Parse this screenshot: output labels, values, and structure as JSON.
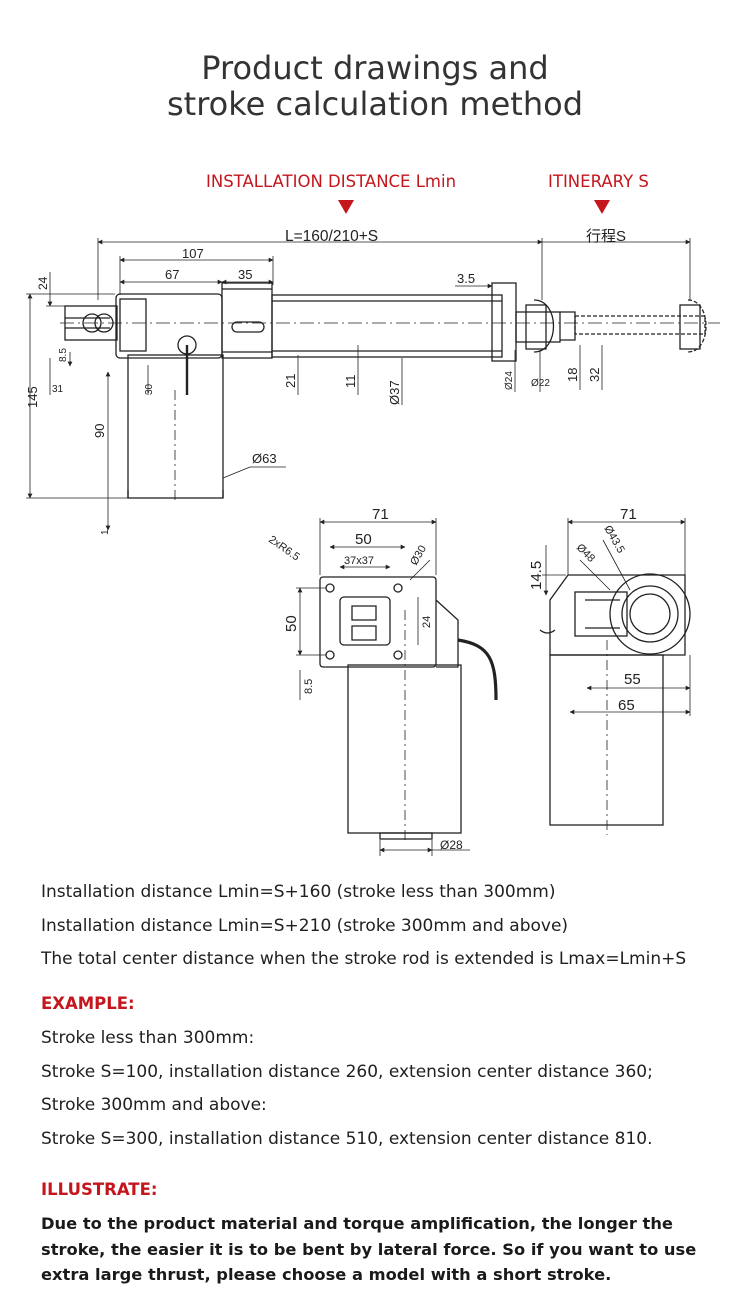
{
  "title": {
    "line1": "Product drawings and",
    "line2": "stroke calculation method"
  },
  "labels": {
    "installation": "INSTALLATION DISTANCE Lmin",
    "itinerary": "ITINERARY S"
  },
  "colors": {
    "accent_red": "#c4161c",
    "line": "#222222"
  },
  "dims": {
    "L": "L=160/210+S",
    "stroke_cn": "行程S",
    "d107": "107",
    "d67": "67",
    "d35": "35",
    "d3_5": "3.5",
    "d24": "24",
    "d8_5": "8.5",
    "d31": "31",
    "d145": "145",
    "d30": "30",
    "d90": "90",
    "d1": "1",
    "d21": "21",
    "d11": "11",
    "dphi37": "Ø37",
    "dphi24": "Ø24",
    "dphi22": "Ø22",
    "d18": "18",
    "d32": "32",
    "dphi63": "Ø63",
    "f71": "71",
    "f50": "50",
    "f37x37": "37x37",
    "f2xR6_5": "2xR6.5",
    "fphi30": "Ø30",
    "f50v": "50",
    "f24": "24",
    "f8_5": "8.5",
    "fphi28": "Ø28",
    "s71": "71",
    "sphi43_5": "Ø43.5",
    "sphi48": "Ø48",
    "s14_5": "14.5",
    "s55": "55",
    "s65": "65"
  },
  "notes": [
    "Installation distance Lmin=S+160 (stroke less than 300mm)",
    "Installation distance Lmin=S+210 (stroke 300mm and above)",
    "The total center distance when the stroke rod is extended is Lmax=Lmin+S"
  ],
  "example": {
    "heading": "EXAMPLE:",
    "lines": [
      "Stroke less than 300mm:",
      "Stroke S=100, installation distance 260, extension center distance 360;",
      "Stroke 300mm and above:",
      "Stroke S=300, installation distance 510, extension center distance 810."
    ]
  },
  "illustrate": {
    "heading": "ILLUSTRATE:",
    "text": "Due to the product material and torque amplification, the longer the stroke, the easier it is to be bent by lateral force. So if you want to use extra large thrust, please choose a model with a short stroke."
  }
}
